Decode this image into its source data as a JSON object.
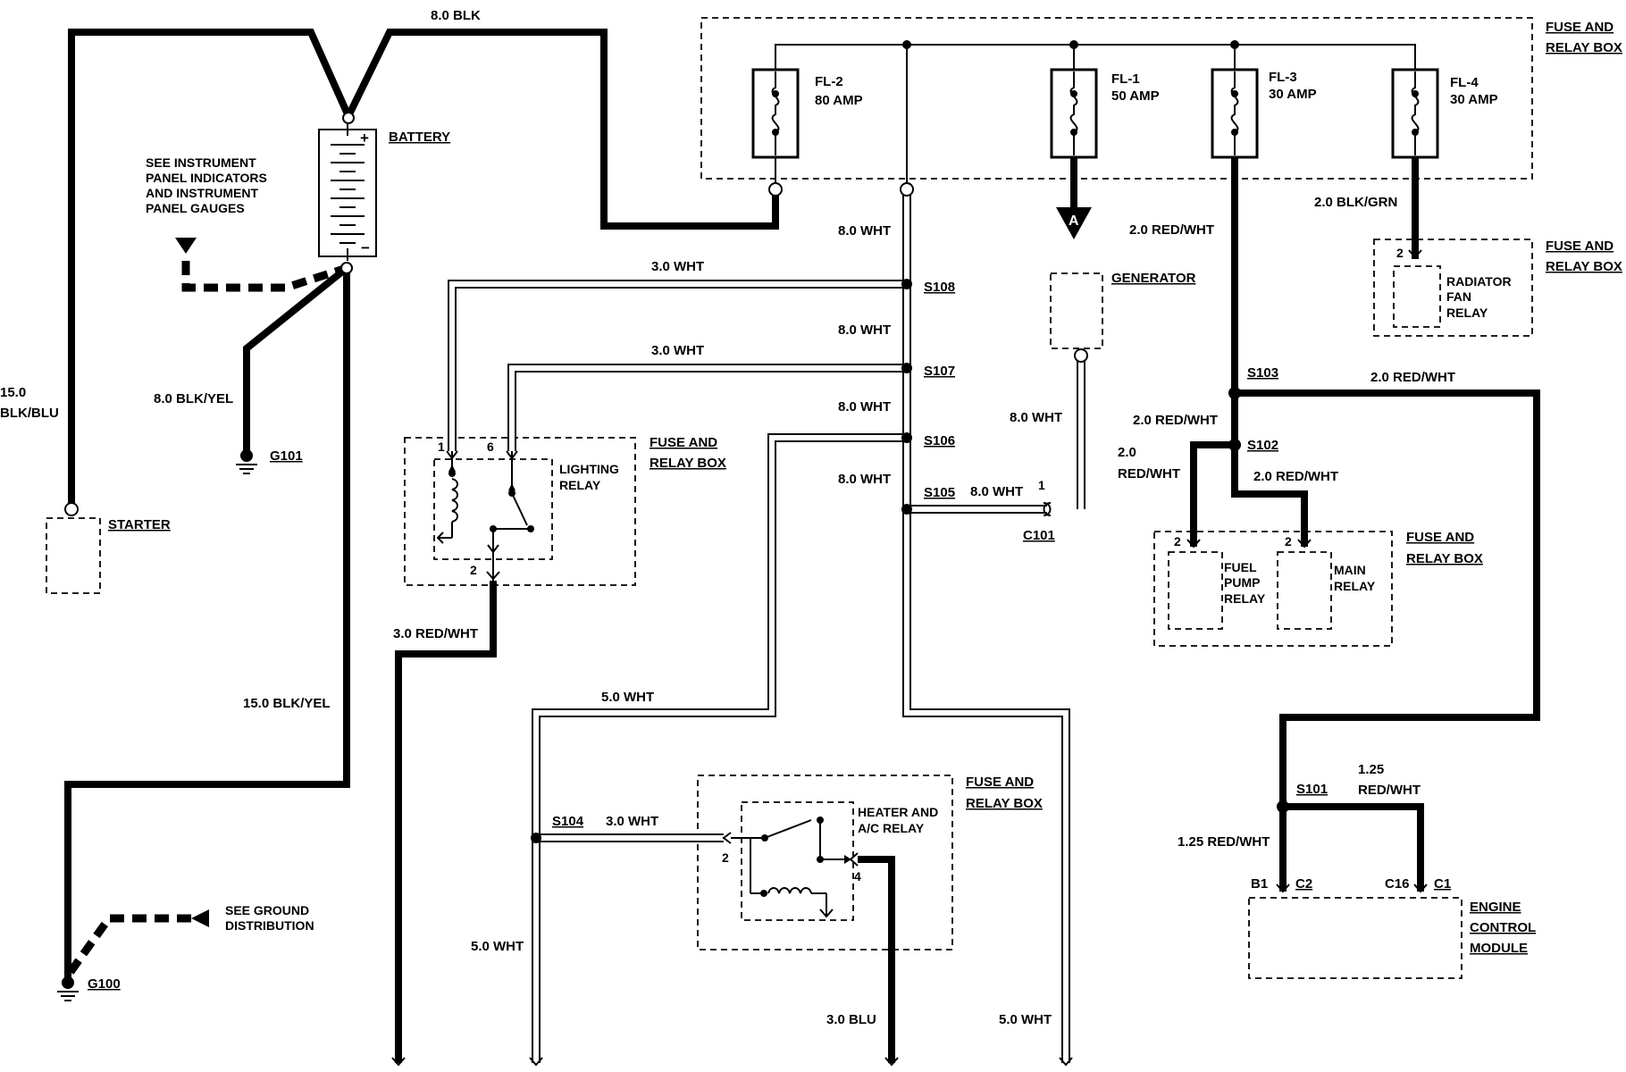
{
  "labels": {
    "fuse_box_top": [
      "FUSE AND",
      "RELAY BOX"
    ],
    "fuse_box_radiator": [
      "FUSE AND",
      "RELAY BOX"
    ],
    "fuse_box_lighting": [
      "FUSE AND",
      "RELAY BOX"
    ],
    "fuse_box_pump": [
      "FUSE AND",
      "RELAY BOX"
    ],
    "fuse_box_heater": [
      "FUSE AND",
      "RELAY BOX"
    ],
    "battery": "BATTERY",
    "starter": "STARTER",
    "generator": "GENERATOR",
    "instrument_note": [
      "SEE INSTRUMENT",
      "PANEL INDICATORS",
      "AND INSTRUMENT",
      "PANEL GAUGES"
    ],
    "ground_note": [
      "SEE GROUND",
      "DISTRIBUTION"
    ],
    "lighting_relay": [
      "LIGHTING",
      "RELAY"
    ],
    "radiator_relay": [
      "RADIATOR",
      "FAN",
      "RELAY"
    ],
    "fuel_pump_relay": [
      "FUEL",
      "PUMP",
      "RELAY"
    ],
    "main_relay": [
      "MAIN",
      "RELAY"
    ],
    "heater_relay": [
      "HEATER AND",
      "A/C RELAY"
    ],
    "ecm": [
      "ENGINE",
      "CONTROL",
      "MODULE"
    ],
    "arrow_a": "A"
  },
  "fuses": [
    {
      "id": "FL-2",
      "rating": "80 AMP"
    },
    {
      "id": "FL-1",
      "rating": "50 AMP"
    },
    {
      "id": "FL-3",
      "rating": "30 AMP"
    },
    {
      "id": "FL-4",
      "rating": "30 AMP"
    }
  ],
  "wires": {
    "top_blk": "8.0 BLK",
    "starter_wire": [
      "15.0",
      "BLK/BLU"
    ],
    "g101_wire": "8.0 BLK/YEL",
    "g100_wire": "15.0 BLK/YEL",
    "wht_1": "8.0 WHT",
    "wht_2": "8.0 WHT",
    "wht_3": "8.0 WHT",
    "wht_4": "8.0 WHT",
    "s108_branch": "3.0 WHT",
    "s107_branch": "3.0 WHT",
    "s105_branch": "8.0 WHT",
    "gen_wire": "8.0 WHT",
    "red_lighting": "3.0 RED/WHT",
    "s106_branch": "5.0 WHT",
    "s104_branch": "3.0 WHT",
    "s104_down": "5.0 WHT",
    "right_down": "5.0 WHT",
    "blu_wire": "3.0 BLU",
    "fl3_wire": "2.0 RED/WHT",
    "fl4_wire": "2.0 BLK/GRN",
    "s103_right": "2.0 RED/WHT",
    "s103_s102": "2.0 RED/WHT",
    "pump_wire": [
      "2.0",
      "RED/WHT"
    ],
    "main_wire": "2.0 RED/WHT",
    "s101_right": [
      "1.25",
      "RED/WHT"
    ],
    "s101_down": "1.25 RED/WHT"
  },
  "splices": [
    "S108",
    "S107",
    "S106",
    "S105",
    "S104",
    "S103",
    "S102",
    "S101"
  ],
  "grounds": [
    "G101",
    "G100"
  ],
  "connectors": {
    "c101": "C101",
    "c101_pin": "1",
    "lighting_pin1": "1",
    "lighting_pin6": "6",
    "lighting_pin2": "2",
    "radiator_pin": "2",
    "pump_pin": "2",
    "main_pin": "2",
    "heater_pin2": "2",
    "heater_pin4": "4",
    "ecm_b1": "B1",
    "ecm_c2": "C2",
    "ecm_c16": "C16",
    "ecm_c1": "C1"
  }
}
